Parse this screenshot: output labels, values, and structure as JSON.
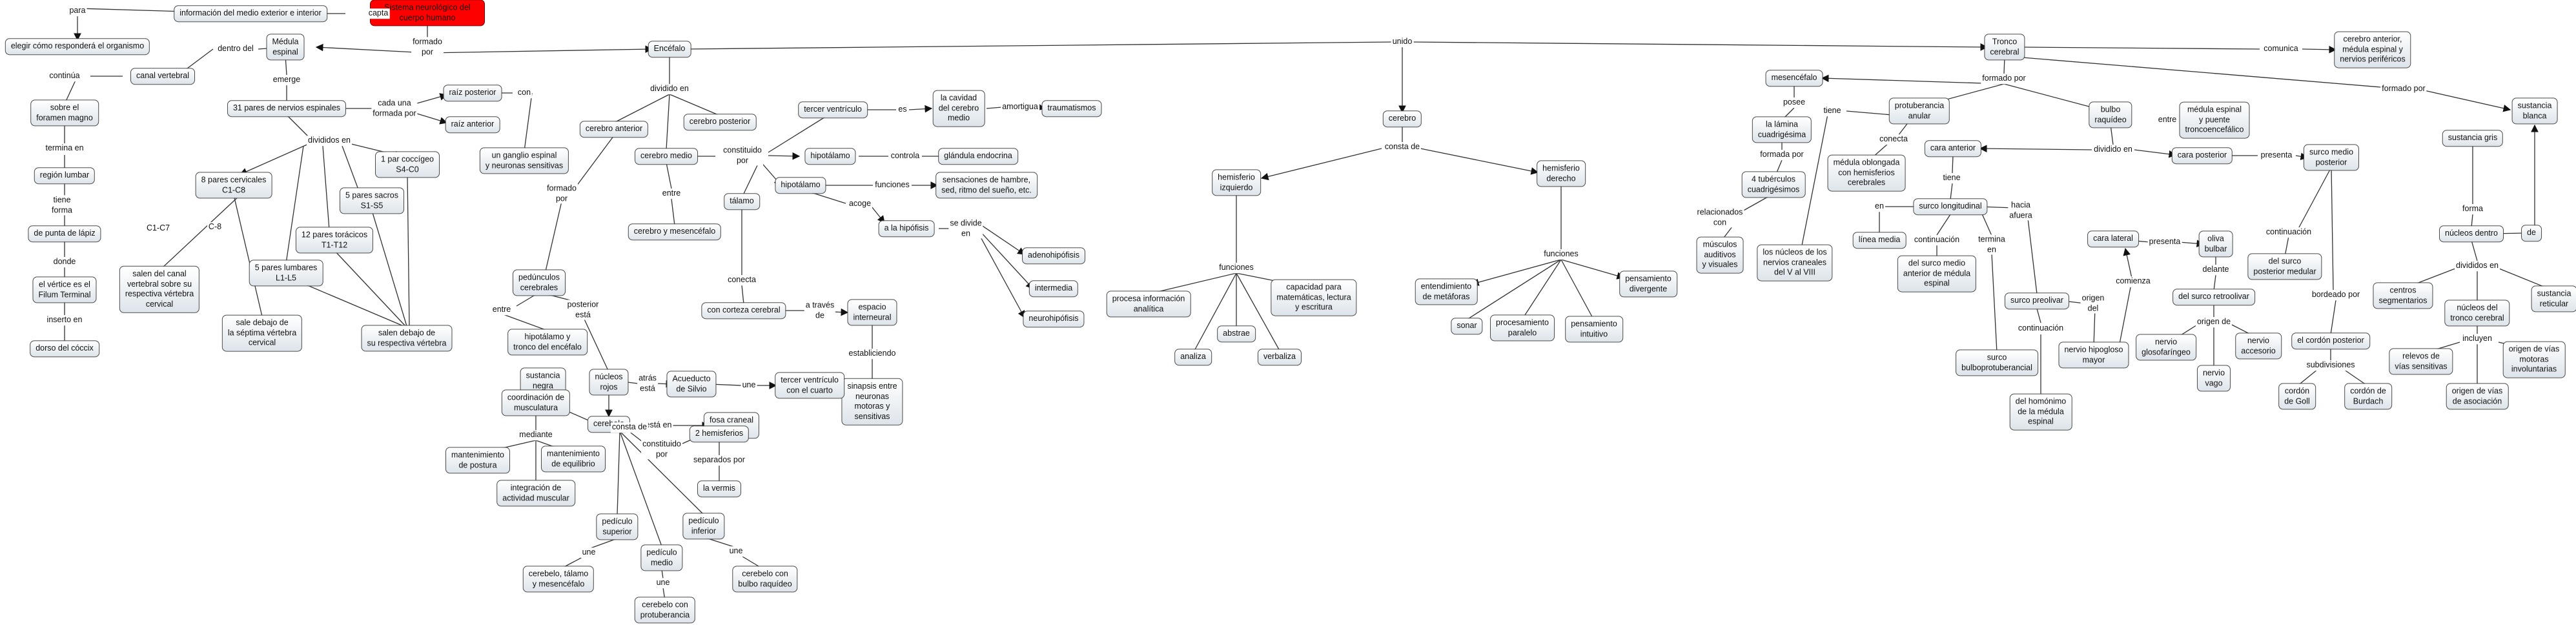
{
  "nodes": {
    "root": "Sistema neurológico del cuerpo humano",
    "info_medio": "información del medio exterior e interior",
    "elegir": "elegir cómo responderá el organismo",
    "medula": "Médula\nespinal",
    "canal_vertebral": "canal vertebral",
    "foramen": "sobre el\nforamen magno",
    "region_lumbar": "región lumbar",
    "punta_lapiz": "de punta de lápiz",
    "filum": "el vértice es el\nFilum Terminal",
    "coccix": "dorso del cóccix",
    "pares31": "31 pares de nervios espinales",
    "raiz_post": "raíz posterior",
    "raiz_ant": "raíz anterior",
    "ganglio": "un ganglio espinal\ny neuronas sensitivas",
    "cervicales": "8 pares cervicales\nC1-C8",
    "canal_cerv": "salen del canal\nvertebral sobre su\nrespectiva vértebra\ncervical",
    "sale_c8": "sale debajo de\nla séptima vértebra\ncervical",
    "toracicos": "12 pares torácicos\nT1-T12",
    "lumbares": "5 pares lumbares\nL1-L5",
    "sacros": "5 pares sacros\nS1-S5",
    "coccigeo": "1 par coccígeo\nS4-C0",
    "salen_debajo": "salen debajo de\nsu respectiva vértebra",
    "encefalo": "Encéfalo",
    "cerebro_ant": "cerebro anterior",
    "cerebro_post": "cerebro posterior",
    "cerebro_medio": "cerebro medio",
    "cerebro_mesenc": "cerebro y mesencéfalo",
    "tercer_ventriculo": "tercer ventrículo",
    "cavidad": "la cavidad\ndel cerebro\nmedio",
    "traumatismos": "traumatismos",
    "hipotalamo_top": "hipotálamo",
    "glandula": "glándula endocrina",
    "hipotalamo": "hipotálamo",
    "sensaciones": "sensaciones de hambre,\nsed, ritmo del sueño, etc.",
    "hipofisis": "a la hipófisis",
    "adenohipofisis": "adenohipófisis",
    "intermedia": "intermedia",
    "neurohipofisis": "neurohipófisis",
    "talamo": "tálamo",
    "corteza": "con corteza cerebral",
    "espacio": "espacio\ninterneural",
    "sinapsis": "sinapsis entre\nneuronas\nmotoras y\nsensitivas",
    "pedunculos": "pedúnculos\ncerebrales",
    "hipotalamo_tronco": "hipotálamo y\ntronco del encéfalo",
    "sustancia_negra": "sustancia\nnegra",
    "nucleos_rojos": "núcleos\nrojos",
    "acueducto": "Acueducto\nde Silvio",
    "tercer_cuarto": "tercer ventrículo\ncon el cuarto",
    "cerebelo": "cerebelo",
    "coordinacion": "coordinación de\nmusculatura",
    "postura": "mantenimiento\nde postura",
    "equilibrio": "mantenimiento\nde equilibrio",
    "integracion": "integración de\nactividad muscular",
    "fosa": "fosa craneal\nposterior",
    "hemisferios2": "2 hemisferios",
    "vermis": "la vermis",
    "ped_sup": "pedículo\nsuperior",
    "ped_med": "pedículo\nmedio",
    "ped_inf": "pedículo\ninferior",
    "cer_tal": "cerebelo, tálamo\ny mesencéfalo",
    "cer_prot": "cerebelo con\nprotuberancia",
    "cer_bulbo": "cerebelo con\nbulbo raquídeo",
    "cerebro": "cerebro",
    "hem_izq": "hemisferio\nizquierdo",
    "hem_der": "hemisferio\nderecho",
    "proc_analitica": "procesa información\nanalítica",
    "capacidad": "capacidad para\nmatemáticas, lectura\ny escritura",
    "abstrae": "abstrae",
    "analiza": "analiza",
    "verbaliza": "verbaliza",
    "metaforas": "entendimiento\nde metáforas",
    "sonar": "sonar",
    "paralelo": "procesamiento\nparalelo",
    "intuitivo": "pensamiento\nintuitivo",
    "divergente": "pensamiento\ndivergente",
    "tronco": "Tronco\ncerebral",
    "comunica_dest": "cerebro anterior,\nmédula espinal y\nnervios periféricos",
    "mesencefalo": "mesencéfalo",
    "lamina": "la lámina\ncuadrigésima",
    "tuberculos": "4 tubérculos\ncuadrigésimos",
    "musculos": "músculos\nauditivos\ny visuales",
    "nucleos_nervios": "los núcleos de los\nnervios craneales\ndel V al VIII",
    "protuberancia": "protuberancia\nanular",
    "medula_oblongada": "médula oblongada\ncon hemisferios\ncerebrales",
    "cara_anterior": "cara anterior",
    "surco_long": "surco longitudinal",
    "linea_media": "línea media",
    "surco_medio_ant": "del surco medio\nanterior de médula\nespinal",
    "surco_bulbo": "surco\nbulboprotuberancial",
    "surco_preolivar": "surco preolivar",
    "homonimo": "del homónimo\nde la médula\nespinal",
    "hipogloso": "nervio hipogloso\nmayor",
    "bulbo": "bulbo\nraquídeo",
    "medula_puente": "médula espinal\ny puente\ntroncoencefálico",
    "cara_lateral": "cara lateral",
    "oliva": "oliva\nbulbar",
    "retroolivar": "del surco retroolivar",
    "glosofaringeo": "nervio\nglosofaríngeo",
    "vago": "nervio\nvago",
    "accesorio": "nervio\naccesorio",
    "cara_posterior": "cara posterior",
    "surco_medio_post": "surco medio\nposterior",
    "surco_post_med": "del surco\nposterior medular",
    "cordon_post": "el cordón posterior",
    "goll": "cordón\nde Goll",
    "burdach": "cordón de\nBurdach",
    "sustancia_blanca": "sustancia\nblanca",
    "sustancia_gris": "sustancia gris",
    "nucleos_dentro": "núcleos dentro",
    "de": "de",
    "centros": "centros\nsegmentarios",
    "nucleos_tronco": "núcleos del\ntronco cerebral",
    "reticular": "sustancia\nreticular",
    "relevos": "relevos de\nvías sensitivas",
    "vias_motoras": "origen de vías\nmotoras\ninvoluntarias",
    "vias_asoc": "origen de vías\nde asociación"
  },
  "labels": {
    "capta": "capta",
    "para": "para",
    "formado_por": "formado\npor",
    "dentro_del": "dentro del",
    "emerge": "emerge",
    "continua": "continúa",
    "termina_en": "termina en",
    "tiene_forma": "tiene\nforma",
    "donde": "donde",
    "inserto_en": "inserto en",
    "cada_una": "cada una\nformada por",
    "con": "con",
    "divididos_en": "divididos en",
    "c1c7": "C1-C7",
    "c8": "C-8",
    "dividido_en": "dividido en",
    "formado_por_2": "formado\npor",
    "entre": "entre",
    "constituido_por": "constituido\npor",
    "es": "es",
    "amortigua": "amortigua",
    "controla": "controla",
    "funciones": "funciones",
    "acoge": "acoge",
    "se_divide_en": "se divide\nen",
    "conecta": "conecta",
    "a_traves_de": "a través\nde",
    "establiciendo": "establiciendo",
    "entre_2": "entre",
    "posterior_esta": "posterior\nestá",
    "atras_esta": "atrás\nestá",
    "une": "une",
    "esta_en": "está en",
    "constituido_por_2": "constituido\npor",
    "mediante": "mediante",
    "consta_de": "consta de",
    "separados_por": "separados por",
    "une_2": "une",
    "une_3": "une",
    "une_4": "une",
    "unido": "unido",
    "consta_de_2": "consta de",
    "funciones_2": "funciones",
    "funciones_3": "funciones",
    "comunica": "comunica",
    "formado_por_3": "formado por",
    "formado_por_4": "formado por",
    "posee": "posee",
    "formada_por": "formada por",
    "relacionados_con": "relacionados\ncon",
    "tiene": "tiene",
    "conecta_2": "conecta",
    "tiene_2": "tiene",
    "en": "en",
    "continuacion": "continuación",
    "termina_en_2": "termina\nen",
    "hacia_afuera": "hacia\nafuera",
    "continuacion_2": "continuación",
    "origen_del": "origen\ndel",
    "entre_3": "entre",
    "dividido_en_2": "dividido en",
    "presenta": "presenta",
    "presenta_2": "presenta",
    "comienza": "comienza",
    "delante": "delante",
    "origen_de": "origen de",
    "continuacion_3": "continuación",
    "bordeado_por": "bordeado por",
    "subdivisiones": "subdivisiones",
    "forma": "forma",
    "divididos_en_2": "divididos en",
    "incluyen": "incluyen"
  },
  "colors": {
    "root_fill": "#ff0000",
    "node_border": "#4a4a4a",
    "edge": "#333333"
  }
}
